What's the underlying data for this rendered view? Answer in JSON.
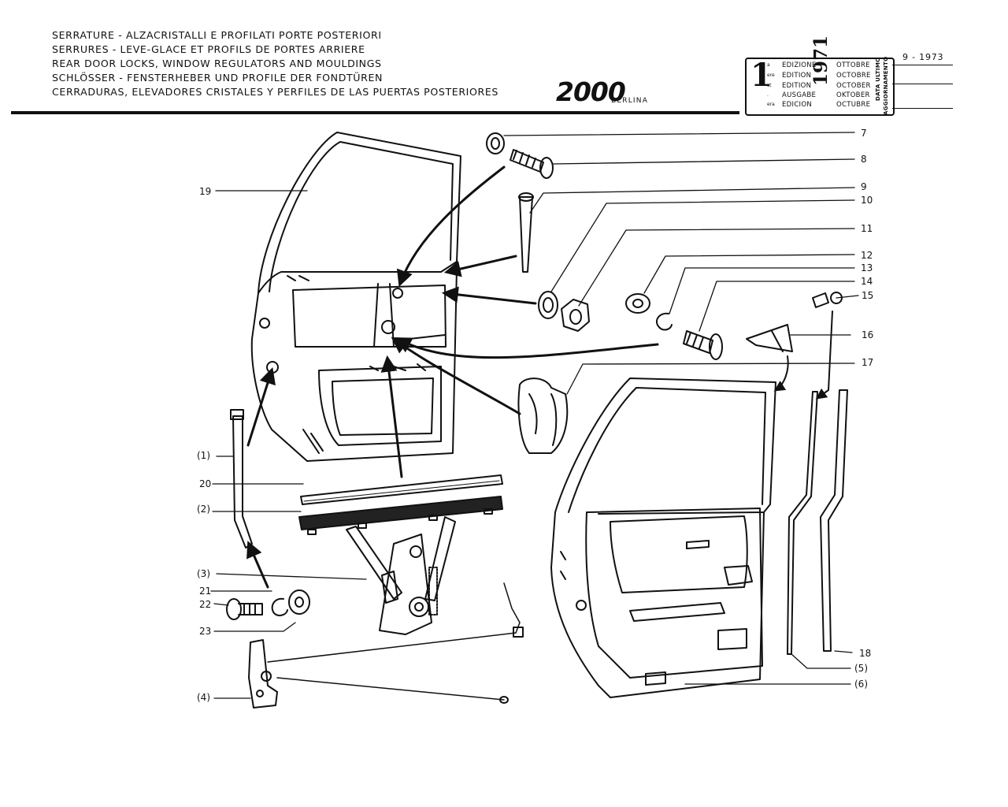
{
  "header": {
    "titles": [
      "SERRATURE - ALZACRISTALLI E PROFILATI PORTE POSTERIORI",
      "SERRURES - LEVE-GLACE ET PROFILS DE PORTES ARRIERE",
      "REAR DOOR LOCKS, WINDOW REGULATORS AND MOULDINGS",
      "SCHLÖSSER - FENSTERHEBER UND PROFILE DER FONDTÜREN",
      "CERRADURAS, ELEVADORES CRISTALES Y PERFILES DE LAS PUERTAS POSTERIORES"
    ],
    "model_logo": "2000",
    "model_sub": "BERLINA"
  },
  "edition_box": {
    "number": "1",
    "ordinals": [
      "a",
      "ere",
      "st",
      ".",
      "era"
    ],
    "labels": [
      "EDIZIONE",
      "EDITION",
      "EDITION",
      "AUSGABE",
      "EDICION"
    ],
    "months": [
      "OTTOBRE",
      "OCTOBRE",
      "OCTOBER",
      "OKTOBER",
      "OCTUBRE"
    ],
    "year": "1971"
  },
  "update_block": {
    "label_line1": "DATA ULTIMO",
    "label_line2": "AGGIORNAMENTO",
    "date": "9 - 1973"
  },
  "callouts": [
    {
      "id": "7",
      "text": "7"
    },
    {
      "id": "8",
      "text": "8"
    },
    {
      "id": "9",
      "text": "9"
    },
    {
      "id": "10",
      "text": "10"
    },
    {
      "id": "11",
      "text": "11"
    },
    {
      "id": "12",
      "text": "12"
    },
    {
      "id": "13",
      "text": "13"
    },
    {
      "id": "14",
      "text": "14"
    },
    {
      "id": "15",
      "text": "15"
    },
    {
      "id": "16",
      "text": "16"
    },
    {
      "id": "17",
      "text": "17"
    },
    {
      "id": "18",
      "text": "18"
    },
    {
      "id": "19",
      "text": "19"
    },
    {
      "id": "20",
      "text": "20"
    },
    {
      "id": "21",
      "text": "21"
    },
    {
      "id": "22",
      "text": "22"
    },
    {
      "id": "23",
      "text": "23"
    },
    {
      "id": "p1",
      "text": "(1)"
    },
    {
      "id": "p2",
      "text": "(2)"
    },
    {
      "id": "p3",
      "text": "(3)"
    },
    {
      "id": "p4",
      "text": "(4)"
    },
    {
      "id": "p5",
      "text": "(5)"
    },
    {
      "id": "p6",
      "text": "(6)"
    }
  ]
}
